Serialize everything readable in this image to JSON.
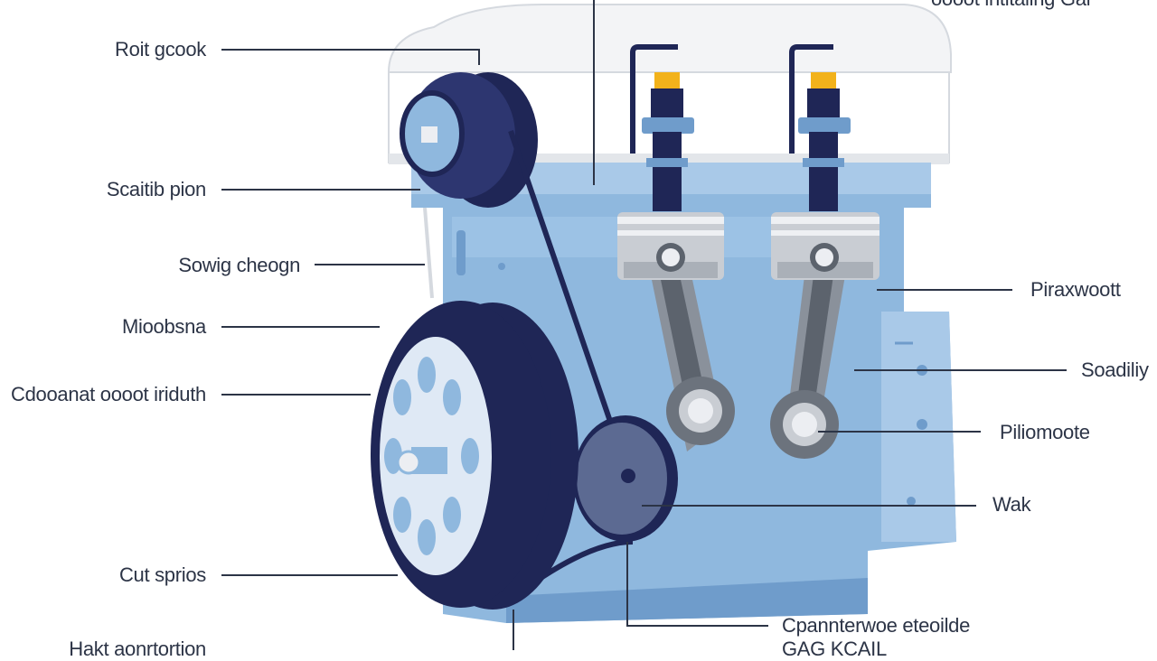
{
  "labels": {
    "top_right": "oooot intitaling Gar",
    "left": [
      "Roit gcook",
      "Scaitib pion",
      "Sowig cheogn",
      "Mioobsna",
      "Cdooanat oooot iriduth",
      "Cut sprios",
      "Hakt aonrtortion"
    ],
    "right": [
      "Piraxwoott",
      "Soadiliy",
      "Piliomoote",
      "Wak"
    ],
    "bottom": [
      "Cpannterwoe eteoilde",
      "GAG KCAIL"
    ]
  },
  "colors": {
    "block": "#8fb8de",
    "block_dark": "#6f9ccb",
    "head_cover": "#eceef2",
    "navy": "#1f2656",
    "pulley_face": "#dfe9f5",
    "piston": "#c9cdd3",
    "leader": "#2c3446",
    "spark_tip": "#f2b21b"
  },
  "icons": [
    "pulley-icon",
    "spark-plug-icon",
    "piston-icon",
    "belt-icon"
  ]
}
